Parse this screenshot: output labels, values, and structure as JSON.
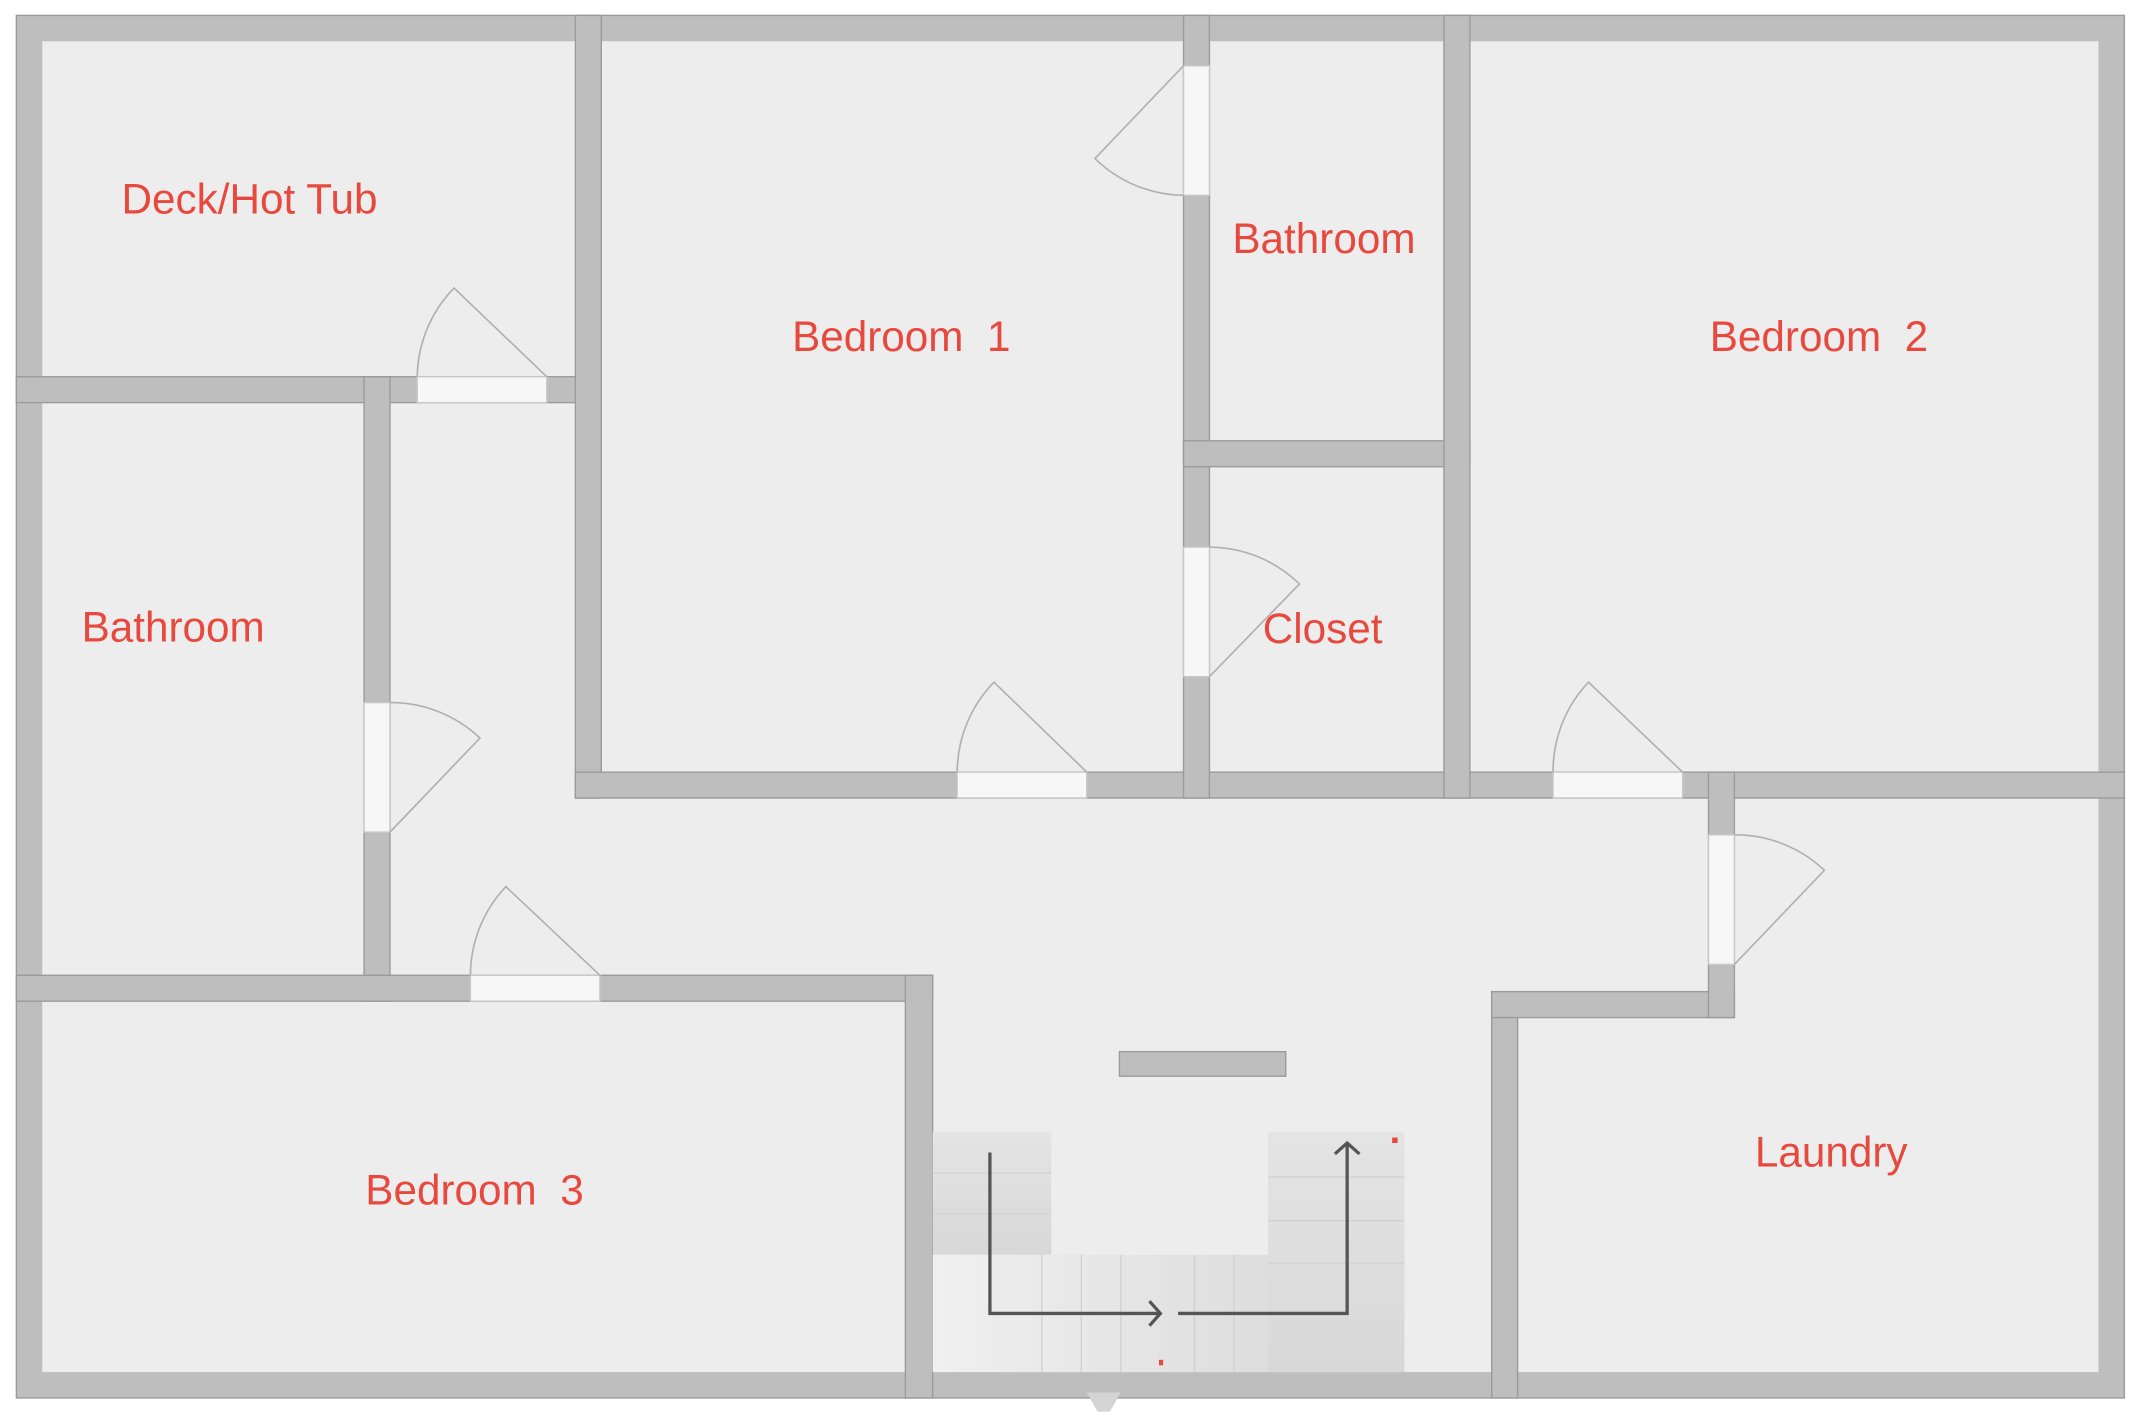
{
  "floorplan": {
    "rooms": [
      {
        "id": "deck",
        "label": "Deck/Hot Tub"
      },
      {
        "id": "bedroom1",
        "label": "Bedroom  1"
      },
      {
        "id": "bathroom-upper",
        "label": "Bathroom"
      },
      {
        "id": "bedroom2",
        "label": "Bedroom  2"
      },
      {
        "id": "bathroom-left",
        "label": "Bathroom"
      },
      {
        "id": "closet",
        "label": "Closet"
      },
      {
        "id": "bedroom3",
        "label": "Bedroom  3"
      },
      {
        "id": "laundry",
        "label": "Laundry"
      }
    ],
    "colors": {
      "label": "#e8493e",
      "wall": "#bebebe",
      "floor": "#ededed"
    }
  }
}
